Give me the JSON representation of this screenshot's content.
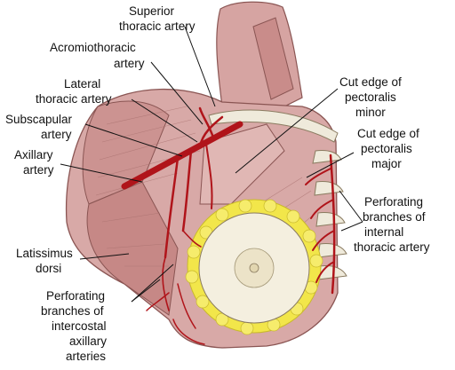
{
  "colors": {
    "muscle": "#cf9a98",
    "muscle_dark": "#a8706e",
    "artery": "#b0141a",
    "fat": "#f2e64a",
    "areola": "#f4efdf",
    "bone": "#efeadb"
  },
  "labels": {
    "superior_thoracic": [
      "Superior",
      "thoracic artery"
    ],
    "acromiothoracic": [
      "Acromiothoracic",
      "artery"
    ],
    "lateral_thoracic": [
      "Lateral",
      "thoracic artery"
    ],
    "subscapular": [
      "Subscapular",
      "artery"
    ],
    "axillary": [
      "Axillary",
      "artery"
    ],
    "latissimus": [
      "Latissimus",
      "dorsi"
    ],
    "perforating_intercostal": [
      "Perforating",
      "branches of",
      "intercostal",
      "axillary",
      "arteries"
    ],
    "cut_minor": [
      "Cut edge of",
      "pectoralis",
      "minor"
    ],
    "cut_major": [
      "Cut edge of",
      "pectoralis",
      "major"
    ],
    "perforating_internal": [
      "Perforating",
      "branches of",
      "internal",
      "thoracic artery"
    ]
  }
}
